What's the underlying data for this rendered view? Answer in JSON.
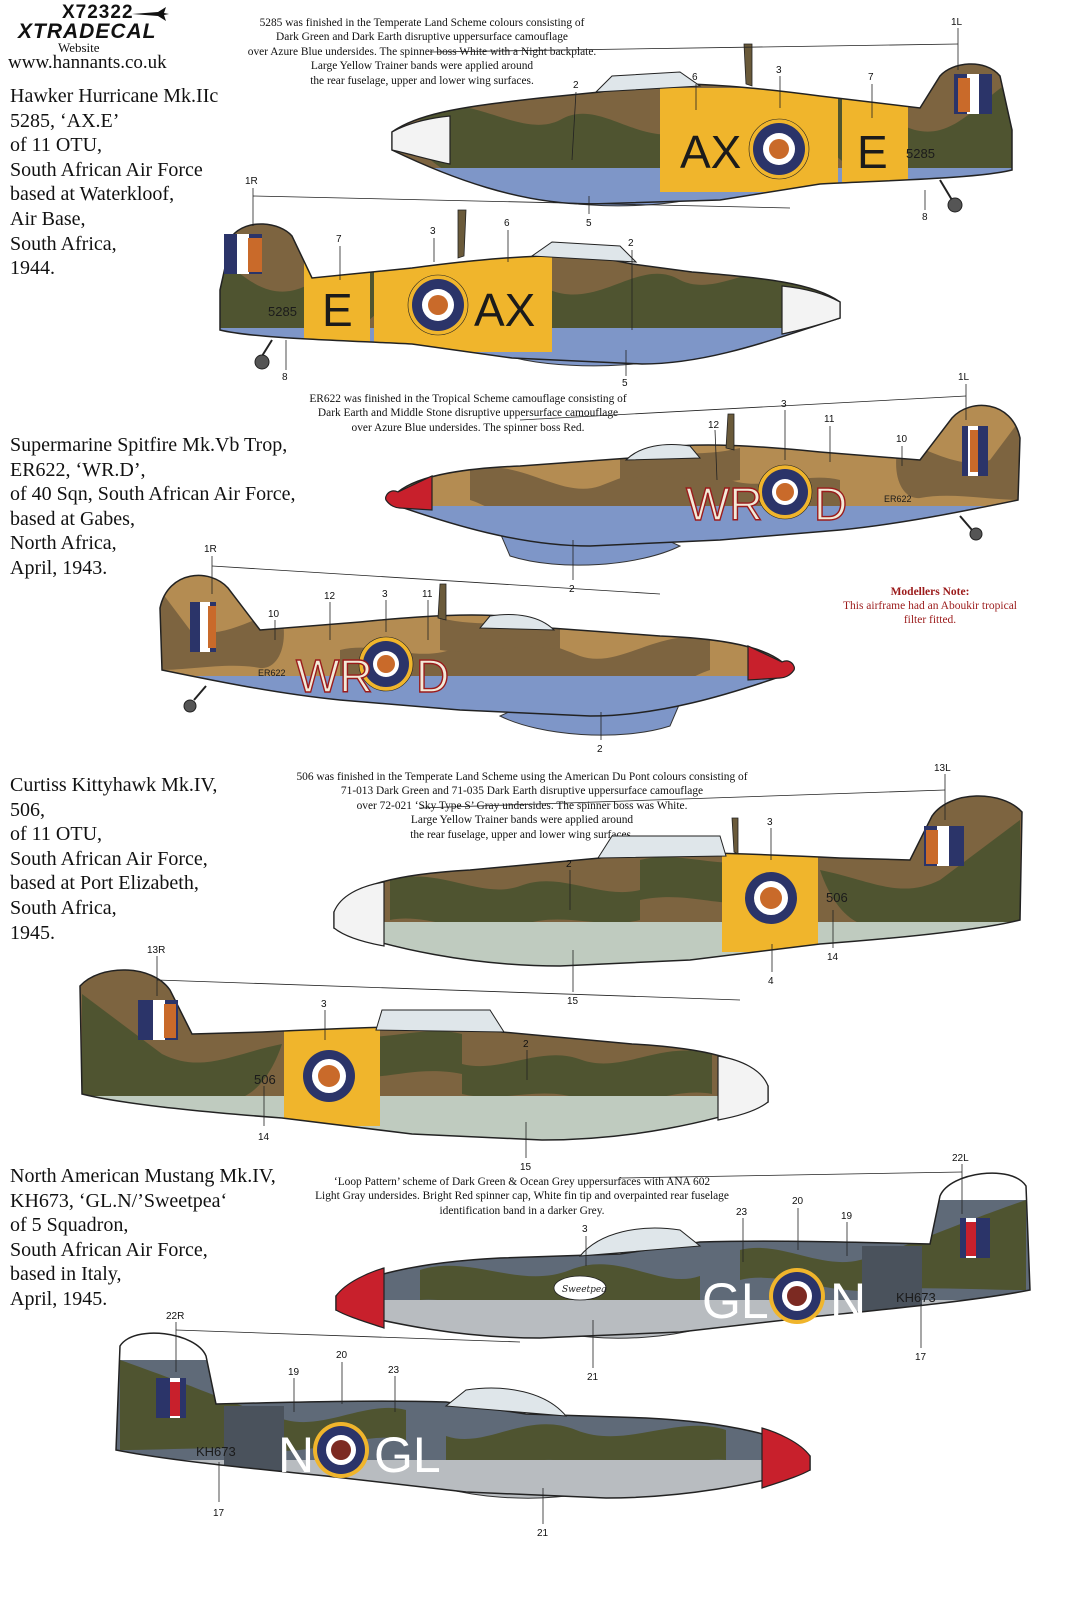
{
  "header": {
    "product_code": "X72322",
    "brand": "XTRADECAL",
    "website_label": "Website",
    "website_url": "www.hannants.co.uk"
  },
  "aircraft": [
    {
      "caption_lines": [
        "Hawker Hurricane Mk.IIc",
        "5285, ‘AX.E’",
        "of 11 OTU,",
        "South African Air Force",
        "based at Waterkloof,",
        "Air Base,",
        "South Africa,",
        "1944."
      ],
      "note_lines": [
        "5285 was finished in the Temperate Land Scheme colours consisting of",
        "Dark Green and Dark Earth disruptive uppersurface camouflage",
        "over Azure Blue undersides. The spinner boss White with a Night backplate.",
        "Large Yellow Trainer bands were applied around",
        "the rear fuselage, upper and lower wing surfaces."
      ],
      "code_left": "AX",
      "code_right": "E",
      "serial": "5285",
      "callouts_left": [
        "1L",
        "2",
        "6",
        "3",
        "7",
        "5",
        "8"
      ],
      "callouts_right": [
        "1R",
        "7",
        "3",
        "6",
        "2",
        "8",
        "5"
      ]
    },
    {
      "caption_lines": [
        "Supermarine Spitfire Mk.Vb Trop,",
        "ER622, ‘WR.D’,",
        "of 40 Sqn, South African Air Force,",
        "based at Gabes,",
        "North Africa,",
        "April, 1943."
      ],
      "note_lines": [
        "ER622 was finished in the Tropical Scheme camouflage consisting of",
        "Dark Earth and Middle Stone disruptive uppersurface camouflage",
        "over Azure Blue undersides. The spinner boss Red."
      ],
      "code_left": "WR",
      "code_right": "D",
      "serial": "ER622",
      "callouts_left": [
        "1L",
        "3",
        "11",
        "12",
        "10",
        "2"
      ],
      "callouts_right": [
        "1R",
        "10",
        "12",
        "3",
        "11",
        "2"
      ]
    },
    {
      "caption_lines": [
        "Curtiss Kittyhawk Mk.IV,",
        "506,",
        "of 11 OTU,",
        "South African Air Force,",
        "based at Port Elizabeth,",
        "South Africa,",
        "1945."
      ],
      "note_lines": [
        "506 was finished in the Temperate Land Scheme using the American Du Pont colours consisting of",
        "71-013 Dark Green and 71-035 Dark Earth disruptive uppersurface camouflage",
        "over 72-021 ‘Sky Type S’ Gray undersides. The spinner boss was White.",
        "Large Yellow Trainer bands were applied around",
        "the rear fuselage, upper and lower wing surfaces."
      ],
      "serial": "506",
      "callouts_left": [
        "13L",
        "3",
        "2",
        "14",
        "4",
        "15"
      ],
      "callouts_right": [
        "13R",
        "3",
        "2",
        "14",
        "15"
      ]
    },
    {
      "caption_lines": [
        "North American Mustang Mk.IV,",
        "KH673, ‘GL.N/’Sweetpea‘",
        "of 5 Squadron,",
        "South African Air Force,",
        "based in Italy,",
        "April, 1945."
      ],
      "note_lines": [
        "‘Loop Pattern’ scheme of Dark Green & Ocean Grey uppersurfaces with ANA 602",
        "Light Gray undersides. Bright Red spinner cap, White fin tip and overpainted rear fuselage",
        "identification band in a darker Grey."
      ],
      "code_left": "GL",
      "code_right": "N",
      "serial": "KH673",
      "nose_art": "Sweetpea",
      "callouts_left": [
        "22L",
        "20",
        "23",
        "19",
        "3",
        "17",
        "21"
      ],
      "callouts_right": [
        "22R",
        "19",
        "20",
        "23",
        "17",
        "21"
      ]
    }
  ],
  "modellers_note": {
    "title": "Modellers Note:",
    "lines": [
      "This airframe had an Aboukir tropical",
      "filter fitted."
    ]
  },
  "colors": {
    "dark_green": "#4f5430",
    "dark_earth": "#7d6440",
    "middle_stone": "#b48c52",
    "azure_blue": "#7e96c8",
    "sky_gray": "#bfcbbf",
    "ocean_grey": "#5f6a78",
    "trainer_yellow": "#f0b52c",
    "roundel_blue": "#2b3469",
    "roundel_red": "#c96a2a",
    "spinner_red": "#c8202c"
  }
}
